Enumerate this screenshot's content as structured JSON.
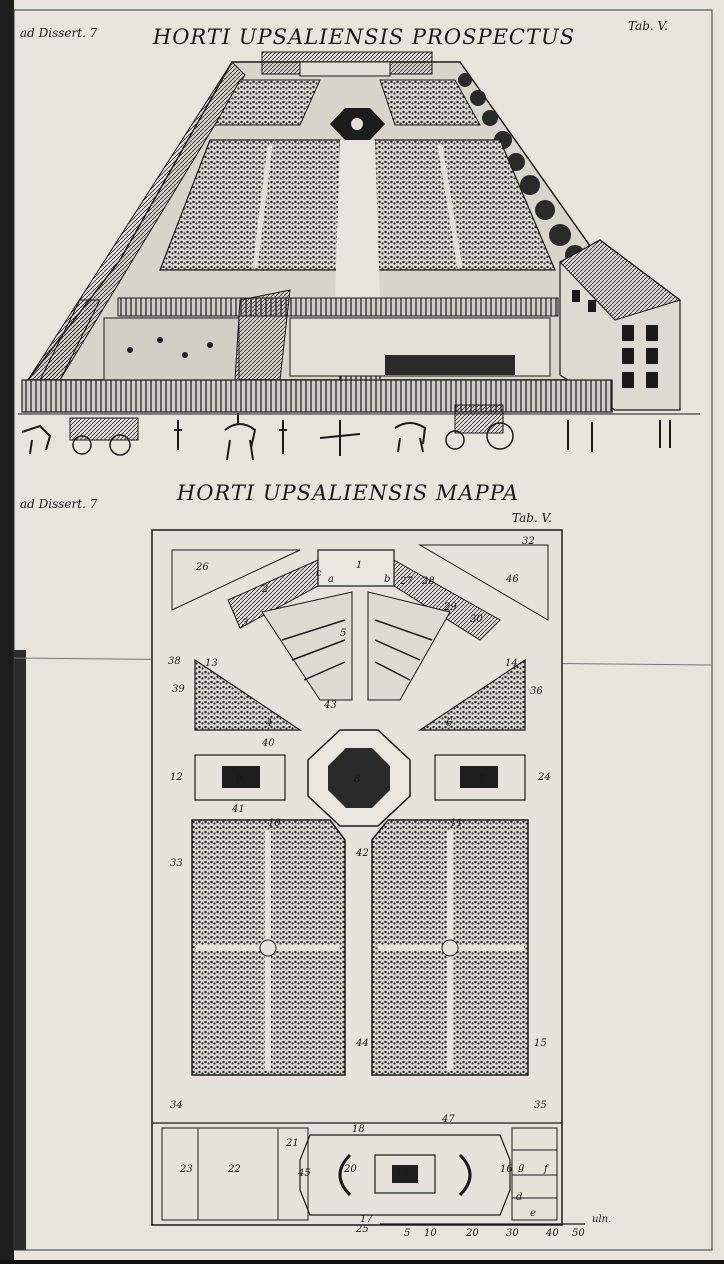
{
  "top_plate": {
    "corner_left": "ad Dissert. 7",
    "title": "HORTI UPSALIENSIS PROSPECTUS",
    "corner_right": "Tab. V."
  },
  "bottom_plate": {
    "corner_left": "ad Dissert. 7",
    "title": "HORTI UPSALIENSIS MAPPA",
    "corner_right": "Tab. V.",
    "scale_ticks": [
      "5",
      "10",
      "20",
      "30",
      "40",
      "50"
    ],
    "scale_unit": "uln.",
    "labels": [
      "1",
      "2",
      "3",
      "4",
      "5",
      "6",
      "7",
      "8",
      "9",
      "10",
      "11",
      "12",
      "13",
      "14",
      "15",
      "16",
      "17",
      "18",
      "19",
      "20",
      "21",
      "22",
      "23",
      "24",
      "25",
      "26",
      "27",
      "28",
      "29",
      "30",
      "32",
      "33",
      "34",
      "35",
      "36",
      "38",
      "39",
      "40",
      "41",
      "42",
      "43",
      "44",
      "45",
      "46",
      "47",
      "a",
      "b",
      "c",
      "d",
      "e",
      "f",
      "g"
    ]
  }
}
